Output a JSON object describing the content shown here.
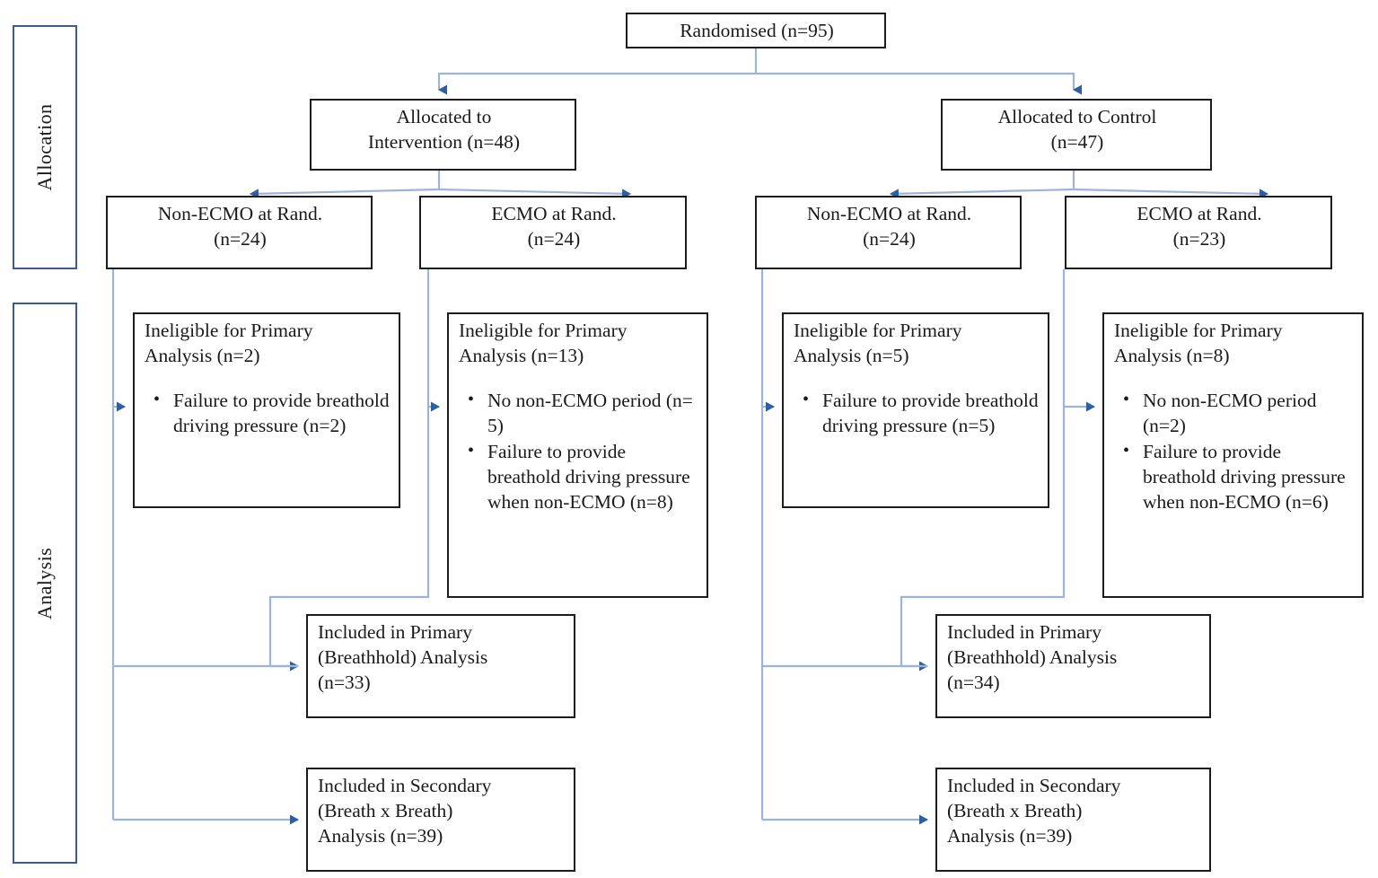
{
  "diagram": {
    "title": "CONSORT participant flow diagram",
    "colors": {
      "connector_line": "#9db4d8",
      "arrow_head": "#2e5fa3",
      "box_border": "#1c1c1c",
      "phase_border": "#3e5a87",
      "background": "#ffffff",
      "text": "#1a1a1a"
    }
  },
  "phases": [
    {
      "id": "allocation",
      "label": "Allocation"
    },
    {
      "id": "analysis",
      "label": "Analysis"
    }
  ],
  "nodes": {
    "randomised": {
      "lines": [
        "Randomised (n=95)"
      ]
    },
    "alloc_intervention": {
      "lines": [
        "Allocated to",
        "Intervention (n=48)"
      ]
    },
    "alloc_control": {
      "lines": [
        "Allocated to Control",
        "(n=47)"
      ]
    },
    "int_nonecmo": {
      "lines": [
        "Non-ECMO at Rand.",
        "(n=24)"
      ]
    },
    "int_ecmo": {
      "lines": [
        "ECMO at Rand.",
        "(n=24)"
      ]
    },
    "ctl_nonecmo": {
      "lines": [
        "Non-ECMO at Rand.",
        "(n=24)"
      ]
    },
    "ctl_ecmo": {
      "lines": [
        "ECMO at Rand.",
        "(n=23)"
      ]
    },
    "int_nonecmo_inelig": {
      "heading": [
        "Ineligible for Primary",
        "Analysis (n=2)"
      ],
      "bullets": [
        "Failure to provide breathold driving pressure (n=2)"
      ]
    },
    "int_ecmo_inelig": {
      "heading": [
        "Ineligible for Primary",
        "Analysis (n=13)"
      ],
      "bullets": [
        "No non-ECMO period (n= 5)",
        "Failure to provide breathold driving pressure when non-ECMO (n=8)"
      ]
    },
    "ctl_nonecmo_inelig": {
      "heading": [
        "Ineligible for Primary",
        "Analysis (n=5)"
      ],
      "bullets": [
        "Failure to provide breathold driving pressure (n=5)"
      ]
    },
    "ctl_ecmo_inelig": {
      "heading": [
        "Ineligible for Primary",
        "Analysis (n=8)"
      ],
      "bullets": [
        "No non-ECMO period (n=2)",
        "Failure to provide breathold driving pressure when non-ECMO (n=6)"
      ]
    },
    "int_primary": {
      "lines": [
        "Included in Primary",
        "(Breathhold) Analysis",
        "(n=33)"
      ]
    },
    "int_secondary": {
      "lines": [
        "Included in Secondary",
        "(Breath x Breath)",
        "Analysis (n=39)"
      ]
    },
    "ctl_primary": {
      "lines": [
        "Included in Primary",
        "(Breathhold) Analysis",
        "(n=34)"
      ]
    },
    "ctl_secondary": {
      "lines": [
        "Included in Secondary",
        "(Breath x Breath)",
        "Analysis (n=39)"
      ]
    }
  },
  "chart_data": {
    "type": "diagram",
    "title": "CONSORT flow",
    "total_randomised": 95,
    "arms": [
      {
        "name": "Intervention",
        "allocated": 48,
        "strata": [
          {
            "name": "Non-ECMO at Rand.",
            "n": 24,
            "ineligible_primary": 2,
            "reasons": [
              {
                "label": "Failure to provide breathold driving pressure",
                "n": 2
              }
            ]
          },
          {
            "name": "ECMO at Rand.",
            "n": 24,
            "ineligible_primary": 13,
            "reasons": [
              {
                "label": "No non-ECMO period",
                "n": 5
              },
              {
                "label": "Failure to provide breathold driving pressure when non-ECMO",
                "n": 8
              }
            ]
          }
        ],
        "included_primary_breathhold": 33,
        "included_secondary_breath_x_breath": 39
      },
      {
        "name": "Control",
        "allocated": 47,
        "strata": [
          {
            "name": "Non-ECMO at Rand.",
            "n": 24,
            "ineligible_primary": 5,
            "reasons": [
              {
                "label": "Failure to provide breathold driving pressure",
                "n": 5
              }
            ]
          },
          {
            "name": "ECMO at Rand.",
            "n": 23,
            "ineligible_primary": 8,
            "reasons": [
              {
                "label": "No non-ECMO period",
                "n": 2
              },
              {
                "label": "Failure to provide breathold driving pressure when non-ECMO",
                "n": 6
              }
            ]
          }
        ],
        "included_primary_breathhold": 34,
        "included_secondary_breath_x_breath": 39
      }
    ]
  }
}
